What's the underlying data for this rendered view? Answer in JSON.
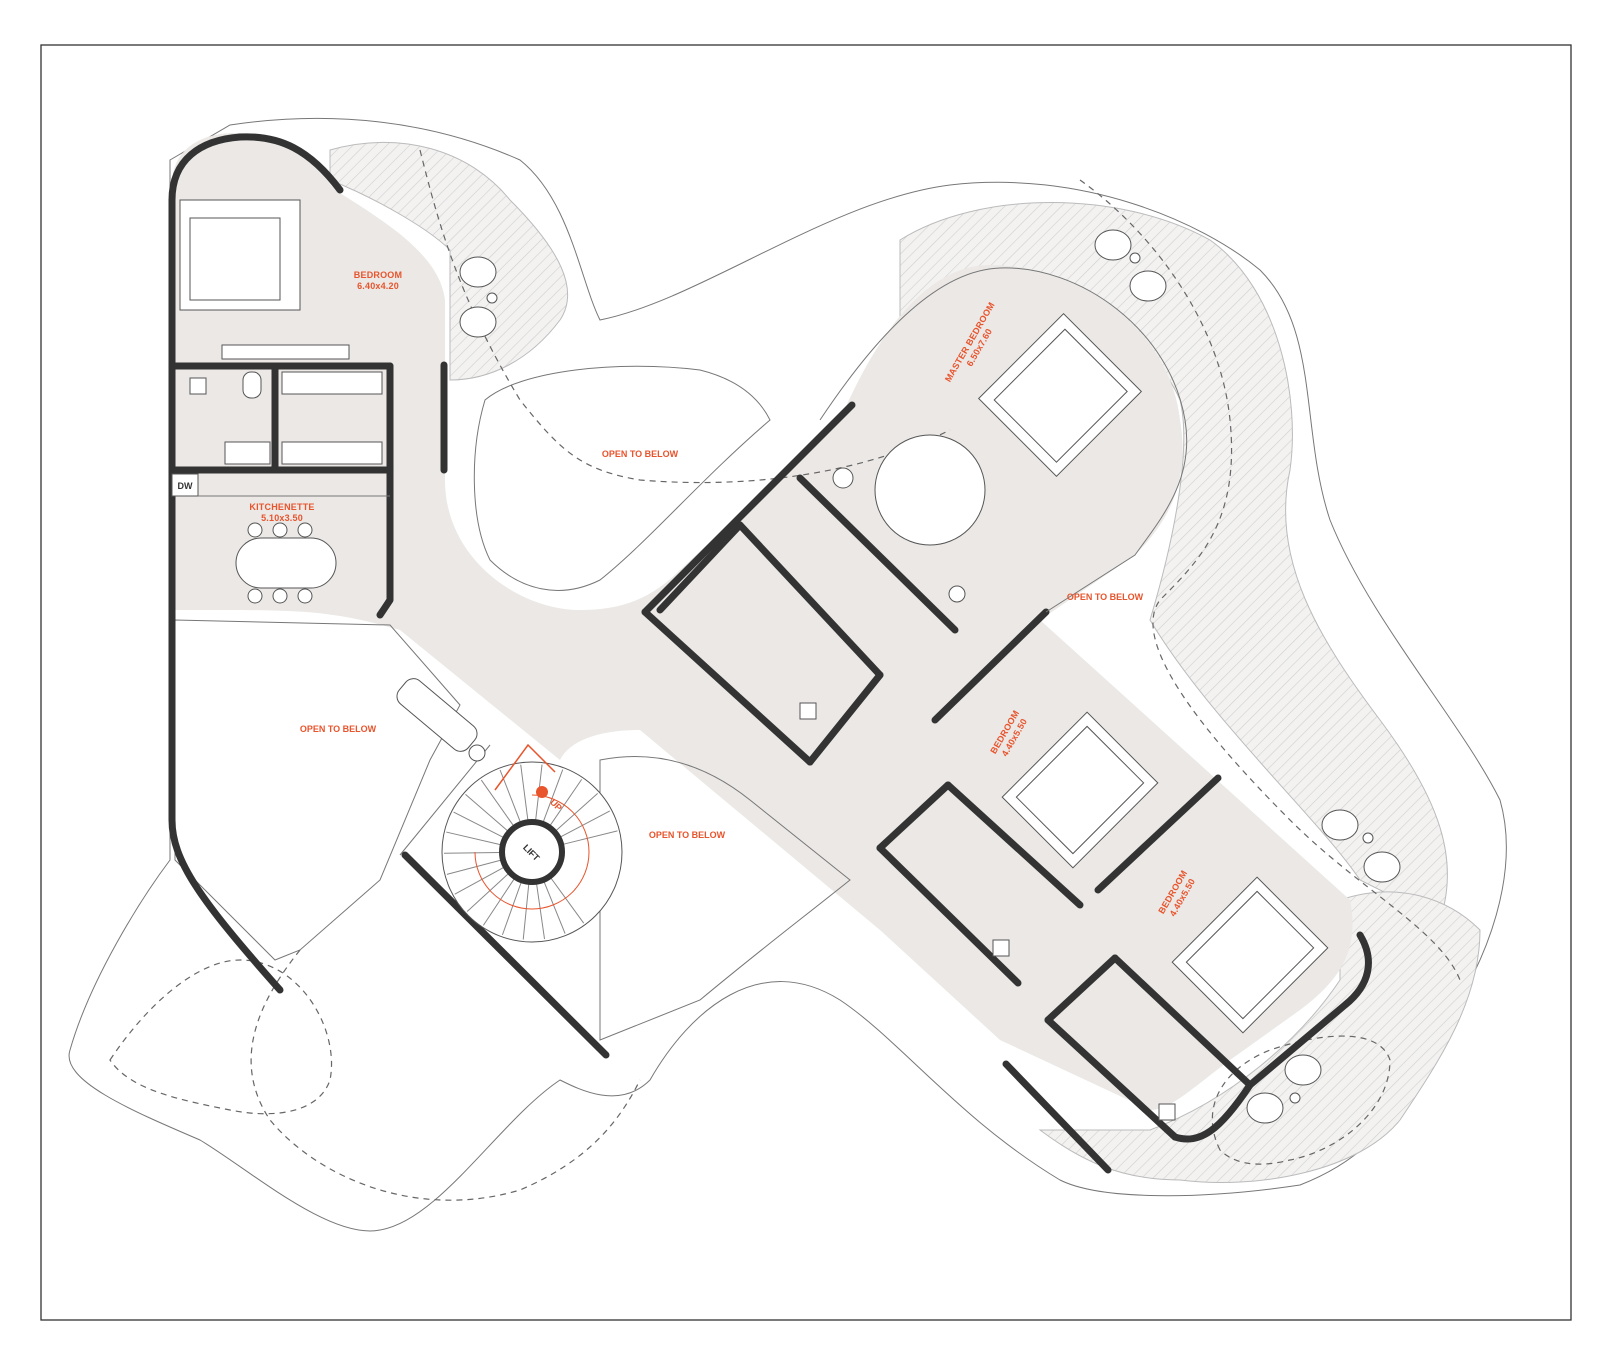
{
  "rooms": {
    "bedroom_1": {
      "name": "BEDROOM",
      "size": "6.40x4.20"
    },
    "kitchenette": {
      "name": "KITCHENETTE",
      "size": "5.10x3.50"
    },
    "master_bedroom": {
      "name": "MASTER BEDROOM",
      "size": "6.50x7.60"
    },
    "bedroom_2": {
      "name": "BEDROOM",
      "size": "4.40x5.50"
    },
    "bedroom_3": {
      "name": "BEDROOM",
      "size": "4.40x5.50"
    }
  },
  "open_to_below": [
    {
      "label": "OPEN TO BELOW"
    },
    {
      "label": "OPEN TO BELOW"
    },
    {
      "label": "OPEN TO BELOW"
    },
    {
      "label": "OPEN TO BELOW"
    }
  ],
  "fixtures": {
    "dishwasher": "DW",
    "lift": "LIFT",
    "stair_direction": "UP"
  },
  "colors": {
    "accent": "#e8542c",
    "wall": "#333333",
    "floor": "#ebe8e6"
  }
}
